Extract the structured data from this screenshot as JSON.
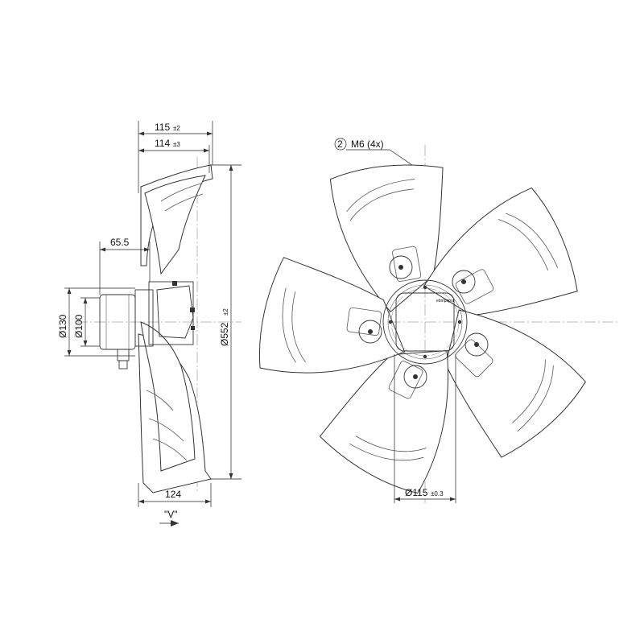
{
  "side_view": {
    "dim_top_1": {
      "value": "115",
      "tol": "±2"
    },
    "dim_top_2": {
      "value": "114",
      "tol": "±3"
    },
    "dim_hub_depth": "65.5",
    "dim_d130": "Ø130",
    "dim_d100": "Ø100",
    "dim_d552": {
      "value": "Ø552",
      "tol": "±2"
    },
    "dim_bottom": "124",
    "view_label": "\"V\""
  },
  "front_view": {
    "callout_number": "2",
    "callout_text": "M6 (4x)",
    "dim_bottom": {
      "value": "Ø115",
      "tol": "±0.3"
    },
    "hub_logo": "ebmpapst"
  },
  "colors": {
    "line": "#333333",
    "background": "#ffffff"
  }
}
